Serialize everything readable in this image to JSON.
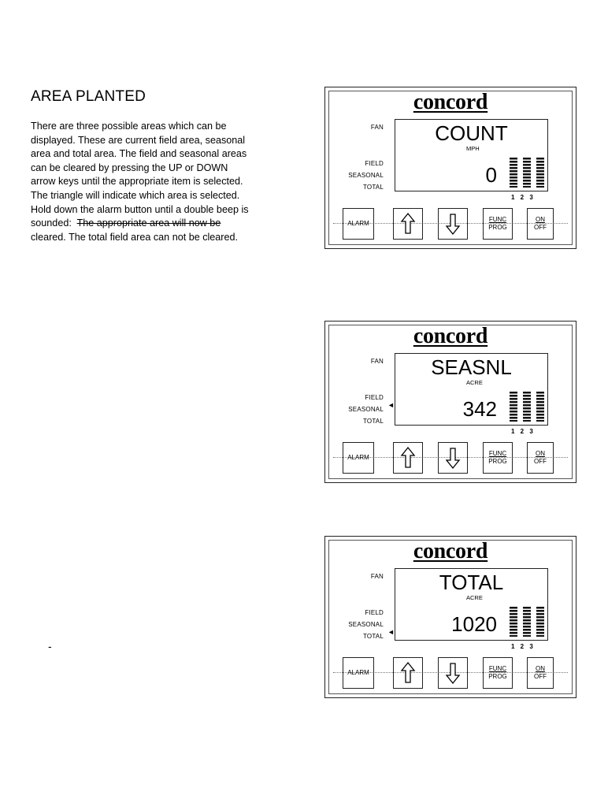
{
  "heading": "AREA PLANTED",
  "paragraph_lines": [
    "There are three possible areas which can be",
    "displayed.  These are current field area, seasonal",
    "area and total area.  The field and seasonal areas",
    "can be cleared by pressing the UP or DOWN",
    "arrow  keys until the appropriate item is selected.",
    "The triangle will indicate which area is selected.",
    "Hold down the alarm button until a double beep is"
  ],
  "paragraph_line8_prefix": "sounded:  ",
  "paragraph_line8_struck": "The appropriate area will now be",
  "paragraph_last": "cleared. The total field area can not be cleared.",
  "dash": "-",
  "panels": [
    {
      "brand": "concord",
      "labels": {
        "fan": "FAN",
        "field": "FIELD",
        "seasonal": "SEASONAL",
        "total": "TOTAL"
      },
      "display": "COUNT",
      "unit": "MPH",
      "value": "0",
      "indicator": "",
      "bar_numbers": "1 2 3",
      "buttons": {
        "alarm": "ALARM",
        "func": "FUNC",
        "prog": "PROG",
        "on": "ON",
        "off": "OFF"
      }
    },
    {
      "brand": "concord",
      "labels": {
        "fan": "FAN",
        "field": "FIELD",
        "seasonal": "SEASONAL",
        "total": "TOTAL"
      },
      "display": "SEASNL",
      "unit": "ACRE",
      "value": "342",
      "indicator": "seasonal",
      "bar_numbers": "1 2 3",
      "buttons": {
        "alarm": "ALARM",
        "func": "FUNC",
        "prog": "PROG",
        "on": "ON",
        "off": "OFF"
      }
    },
    {
      "brand": "concord",
      "labels": {
        "fan": "FAN",
        "field": "FIELD",
        "seasonal": "SEASONAL",
        "total": "TOTAL"
      },
      "display": "TOTAL",
      "unit": "ACRE",
      "value": "1020",
      "indicator": "total",
      "bar_numbers": "1 2 3",
      "buttons": {
        "alarm": "ALARM",
        "func": "FUNC",
        "prog": "PROG",
        "on": "ON",
        "off": "OFF"
      }
    }
  ],
  "icons": {
    "up": "up-arrow-icon",
    "down": "down-arrow-icon",
    "triangle": "triangle-indicator-icon"
  }
}
